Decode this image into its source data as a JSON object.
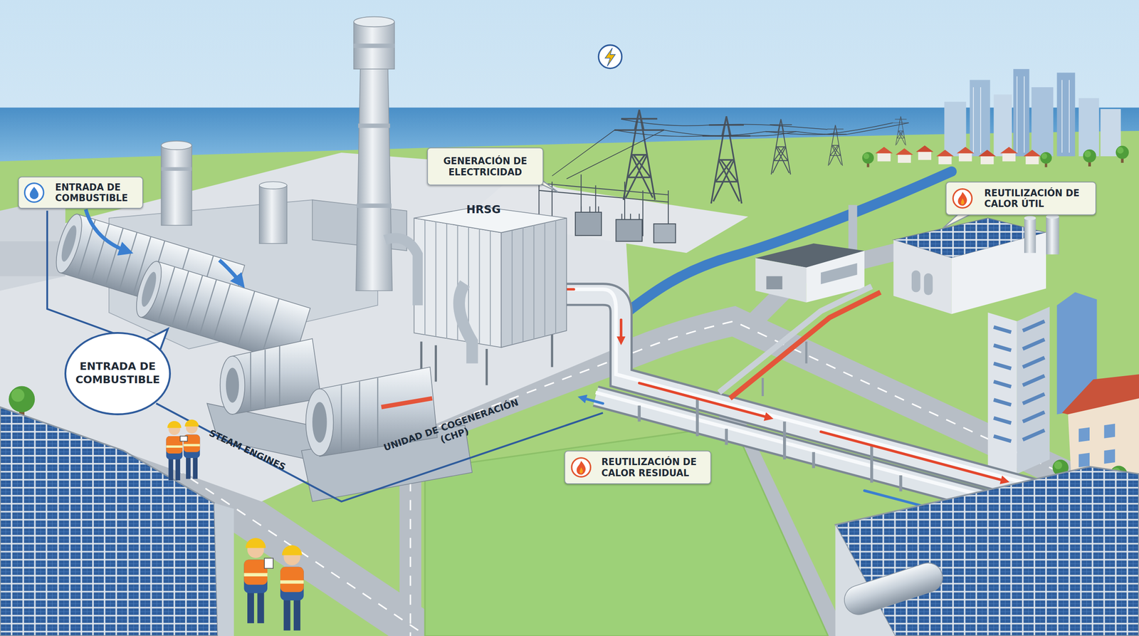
{
  "diagram": {
    "nodes": [
      {
        "text": [
          "ENTRADA DE COMBUSTIBLE"
        ]
      },
      {
        "text": [
          "GENERACIÓN DE ELECTRICIDAD"
        ]
      },
      {
        "text": [
          "REUTILIZACIÓN DE CALOR ÚTIL"
        ]
      },
      {
        "text": [
          "ENTRADA DE COMBUSTIBLE"
        ]
      },
      {
        "text": [
          "REUTILIZACIÓN DE CALOR RESIDUAL"
        ]
      }
    ],
    "labels": [
      "HRSG",
      "STEAM ENGINES",
      "UNIDAD DE COGENERACIÓN (CHP)"
    ]
  }
}
